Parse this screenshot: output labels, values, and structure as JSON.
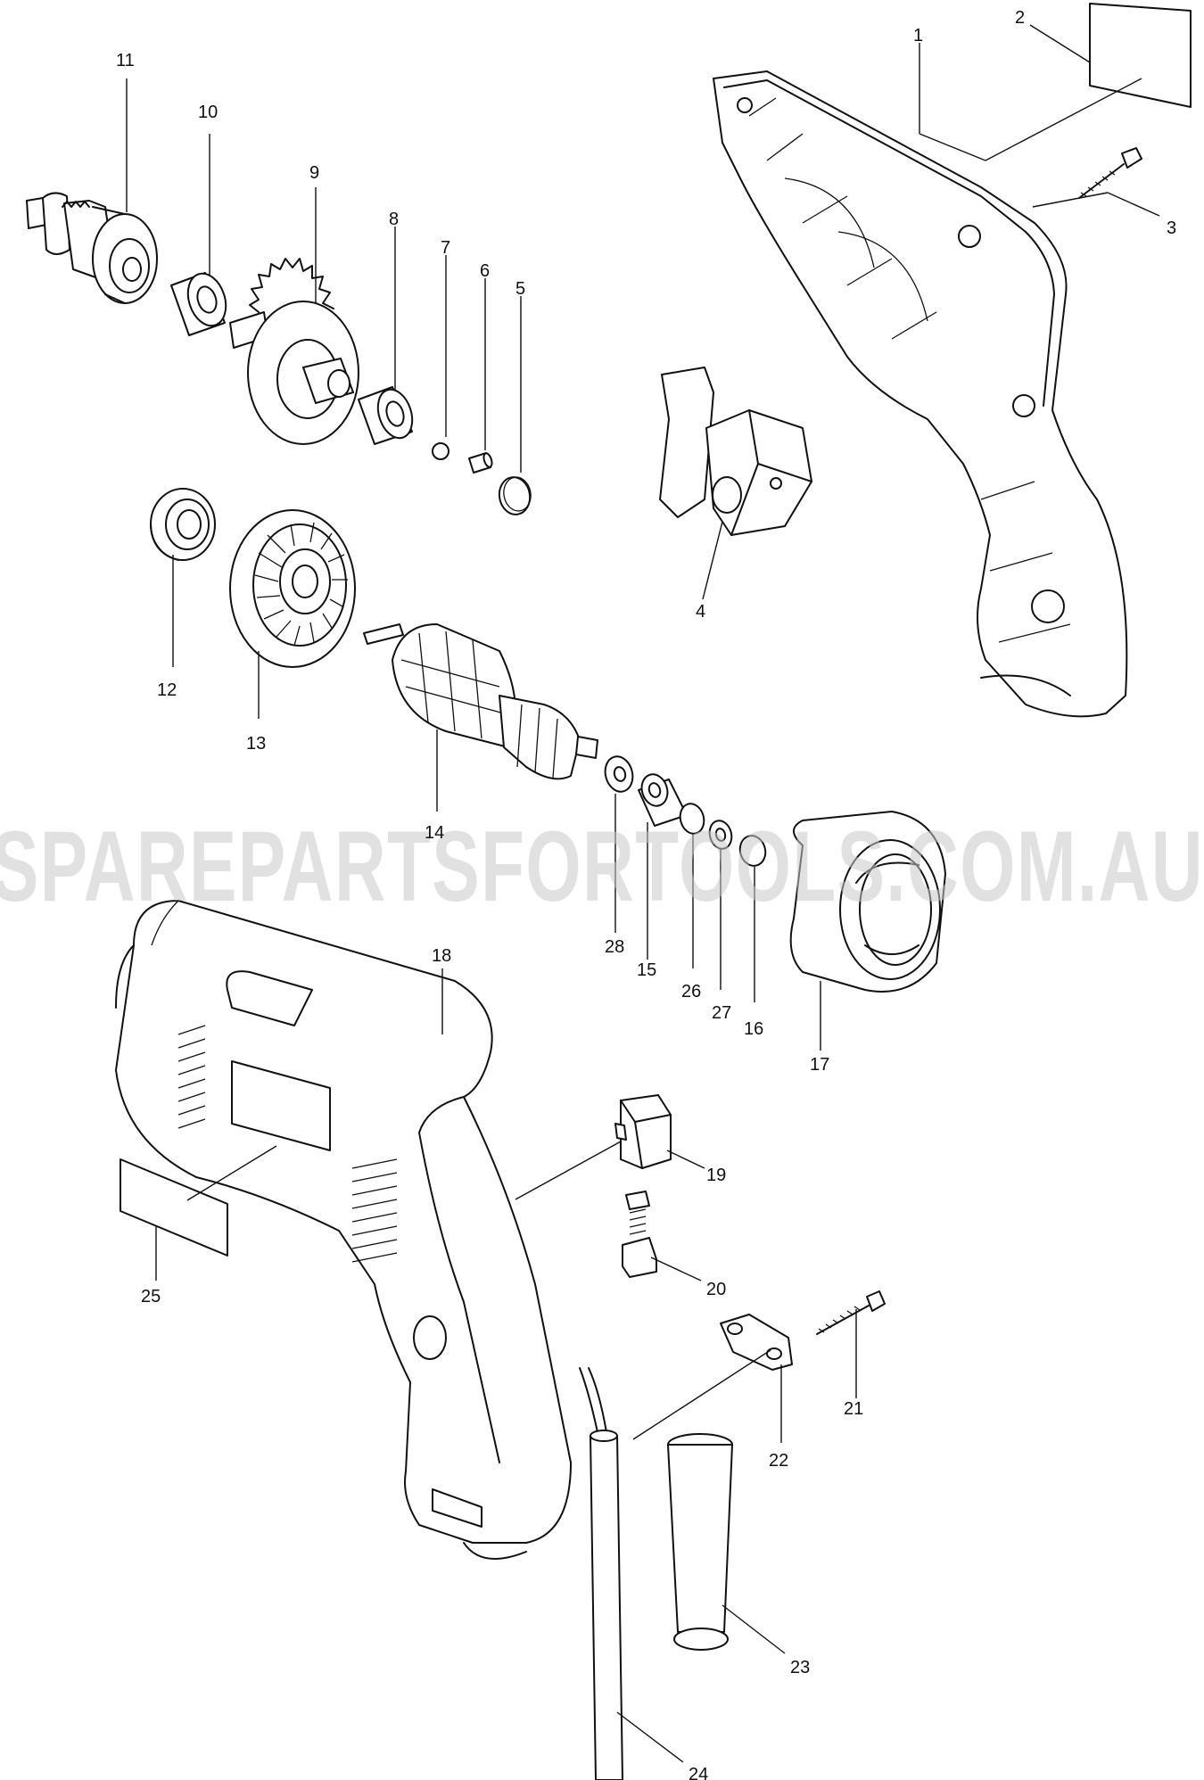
{
  "watermark": "SPAREPARTSFORTOOLS.COM.AU",
  "callouts": [
    {
      "id": "1",
      "label": "1"
    },
    {
      "id": "2",
      "label": "2"
    },
    {
      "id": "3",
      "label": "3"
    },
    {
      "id": "4",
      "label": "4"
    },
    {
      "id": "5",
      "label": "5"
    },
    {
      "id": "6",
      "label": "6"
    },
    {
      "id": "7",
      "label": "7"
    },
    {
      "id": "8",
      "label": "8"
    },
    {
      "id": "9",
      "label": "9"
    },
    {
      "id": "10",
      "label": "10"
    },
    {
      "id": "11",
      "label": "11"
    },
    {
      "id": "12",
      "label": "12"
    },
    {
      "id": "13",
      "label": "13"
    },
    {
      "id": "14",
      "label": "14"
    },
    {
      "id": "15",
      "label": "15"
    },
    {
      "id": "16",
      "label": "16"
    },
    {
      "id": "17",
      "label": "17"
    },
    {
      "id": "18",
      "label": "18"
    },
    {
      "id": "19",
      "label": "19"
    },
    {
      "id": "20",
      "label": "20"
    },
    {
      "id": "21",
      "label": "21"
    },
    {
      "id": "22",
      "label": "22"
    },
    {
      "id": "23",
      "label": "23"
    },
    {
      "id": "24",
      "label": "24"
    },
    {
      "id": "25",
      "label": "25"
    },
    {
      "id": "26",
      "label": "26"
    },
    {
      "id": "27",
      "label": "27"
    },
    {
      "id": "28",
      "label": "28"
    }
  ]
}
